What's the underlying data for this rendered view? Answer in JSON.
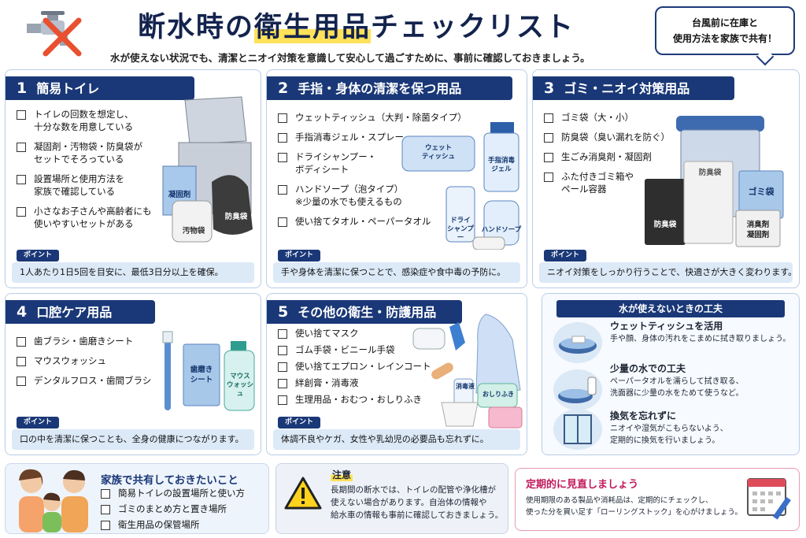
{
  "header": {
    "title_a": "断水時の",
    "title_hl": "衛生用品",
    "title_b": "チェックリスト",
    "subtitle": "水が使えない状況でも、清潔とニオイ対策を意識して安心して過ごすために、事前に確認しておきましょう。",
    "bubble_line1": "台風前に在庫と",
    "bubble_line2": "使用方法を家族で共有！"
  },
  "point_label": "ポイント",
  "sections": [
    {
      "num": "1",
      "title": "簡易トイレ",
      "items": [
        [
          "トイレの回数を想定し、",
          "十分な数を用意している"
        ],
        [
          "凝固剤・汚物袋・防臭袋が",
          "セットでそろっている"
        ],
        [
          "設置場所と使用方法を",
          "家族で確認している"
        ],
        [
          "小さなお子さんや高齢者にも",
          "使いやすいセットがある"
        ]
      ],
      "labels": [
        "凝固剤",
        "防臭袋",
        "汚物袋"
      ],
      "point": "1人あたり1日5回を目安に、最低3日分以上を確保。"
    },
    {
      "num": "2",
      "title": "手指・身体の清潔を保つ用品",
      "items": [
        [
          "ウェットティッシュ（大判・除菌タイプ）"
        ],
        [
          "手指消毒ジェル・スプレー"
        ],
        [
          "ドライシャンプー・",
          "ボディシート"
        ],
        [
          "ハンドソープ（泡タイプ）",
          "※少量の水でも使えるもの"
        ],
        [
          "使い捨てタオル・ペーパータオル"
        ]
      ],
      "labels": [
        "ウェット",
        "ティッシュ",
        "手指消毒",
        "ジェル",
        "ドライ",
        "シャンプー",
        "ハンドソープ"
      ],
      "point": "手や身体を清潔に保つことで、感染症や食中毒の予防に。"
    },
    {
      "num": "3",
      "title": "ゴミ・ニオイ対策用品",
      "items": [
        [
          "ゴミ袋（大・小）"
        ],
        [
          "防臭袋（臭い漏れを防ぐ）"
        ],
        [
          "生ごみ消臭剤・凝固剤"
        ],
        [
          "ふた付きゴミ箱や",
          "ペール容器"
        ]
      ],
      "labels": [
        "防臭袋",
        "防臭袋",
        "ゴミ袋",
        "消臭剤",
        "凝固剤"
      ],
      "point": "ニオイ対策をしっかり行うことで、快適さが大きく変わります。"
    },
    {
      "num": "4",
      "title": "口腔ケア用品",
      "items": [
        [
          "歯ブラシ・歯磨きシート"
        ],
        [
          "マウスウォッシュ"
        ],
        [
          "デンタルフロス・歯間ブラシ"
        ]
      ],
      "labels": [
        "歯磨き",
        "シート",
        "マウス",
        "ウォッシュ"
      ],
      "point": "口の中を清潔に保つことも、全身の健康につながります。"
    },
    {
      "num": "5",
      "title": "その他の衛生・防護用品",
      "items": [
        [
          "使い捨てマスク"
        ],
        [
          "ゴム手袋・ビニール手袋"
        ],
        [
          "使い捨てエプロン・レインコート"
        ],
        [
          "絆創膏・消毒液"
        ],
        [
          "生理用品・おむつ・おしりふき"
        ]
      ],
      "labels": [
        "消毒液",
        "おしりふき"
      ],
      "point": "体調不良やケガ、女性や乳幼児の必要品も忘れずに。"
    }
  ],
  "tips": {
    "title": "水が使えないときの工夫",
    "items": [
      {
        "title": "ウェットティッシュを活用",
        "lines": [
          "手や顔、身体の汚れをこまめに拭き取りましょう。"
        ]
      },
      {
        "title": "少量の水での工夫",
        "lines": [
          "ペーパータオルを濡らして拭き取る、",
          "洗面器に少量の水をためて使うなど。"
        ]
      },
      {
        "title": "換気を忘れずに",
        "lines": [
          "ニオイや湿気がこもらないよう、",
          "定期的に換気を行いましょう。"
        ]
      }
    ]
  },
  "family": {
    "title": "家族で共有しておきたいこと",
    "items": [
      "簡易トイレの設置場所と使い方",
      "ゴミのまとめ方と置き場所",
      "衛生用品の保管場所"
    ]
  },
  "caution": {
    "title": "注意",
    "lines": [
      "長期間の断水では、トイレの配管や浄化槽が",
      "使えない場合があります。自治体の情報や",
      "給水車の情報も事前に確認しておきましょう。"
    ]
  },
  "review": {
    "title": "定期的に見直しましょう",
    "lines": [
      "使用期限のある製品や消耗品は、定期的にチェックし、",
      "使った分を買い足す「ローリングストック」を心がけましょう。"
    ]
  },
  "colors": {
    "navy": "#1a3877",
    "highlight": "#ffe15a",
    "point_bg": "#dce9f7",
    "review_border": "#e79ab0"
  }
}
